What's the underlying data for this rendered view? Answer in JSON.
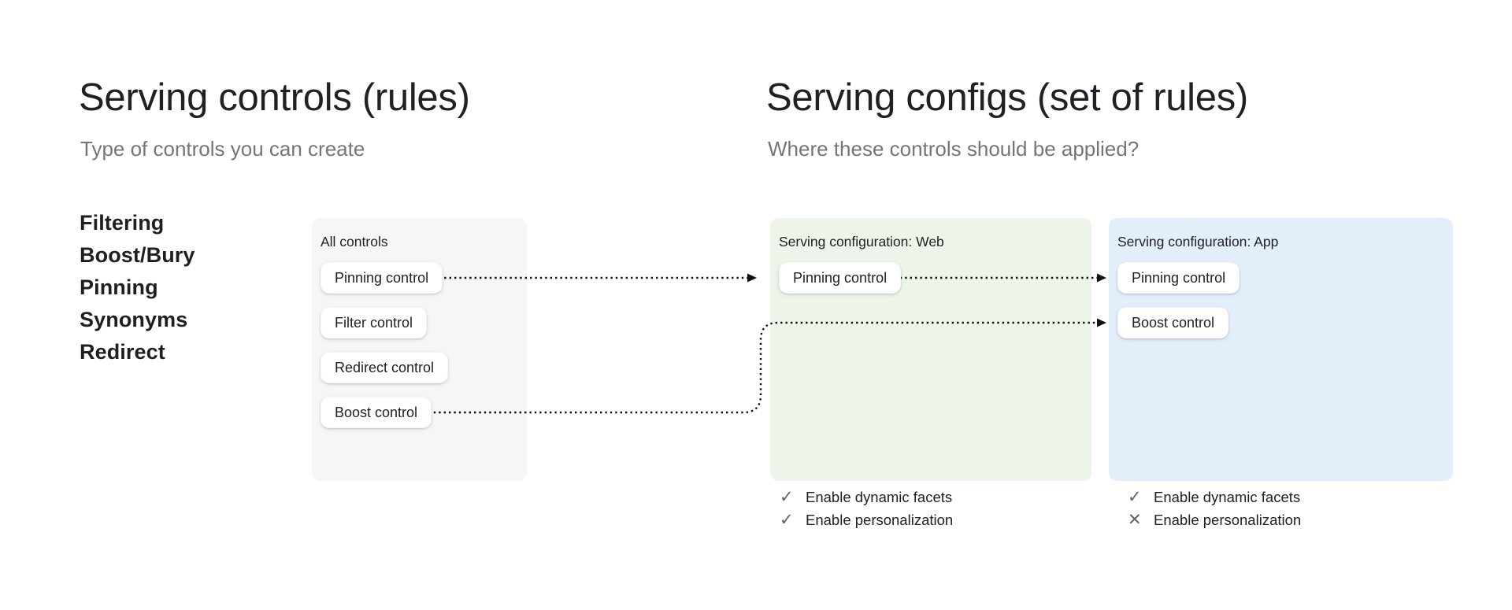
{
  "left_section": {
    "title": "Serving controls (rules)",
    "subtitle": "Type of controls you can create",
    "control_types": [
      "Filtering",
      "Boost/Bury",
      "Pinning",
      "Synonyms",
      "Redirect"
    ]
  },
  "right_section": {
    "title": "Serving configs (set of rules)",
    "subtitle": "Where these controls should be applied?"
  },
  "all_controls_panel": {
    "label": "All controls",
    "controls": [
      "Pinning control",
      "Filter control",
      "Redirect control",
      "Boost control"
    ]
  },
  "web_panel": {
    "label": "Serving configuration: Web",
    "controls": [
      "Pinning control"
    ],
    "settings": [
      {
        "icon": "✓",
        "state": "enabled",
        "label": "Enable dynamic facets"
      },
      {
        "icon": "✓",
        "state": "enabled",
        "label": "Enable personalization"
      }
    ]
  },
  "app_panel": {
    "label": "Serving configuration: App",
    "controls": [
      "Pinning control",
      "Boost control"
    ],
    "settings": [
      {
        "icon": "✓",
        "state": "enabled",
        "label": "Enable dynamic facets"
      },
      {
        "icon": "✕",
        "state": "disabled",
        "label": "Enable personalization"
      }
    ]
  },
  "colors": {
    "background": "#ffffff",
    "text_primary": "#202124",
    "text_secondary": "#757575",
    "panel_gray": "#f6f6f6",
    "panel_green": "#edf4e9",
    "panel_blue": "#e3eefb",
    "chip_background": "#ffffff",
    "connector": "#111111",
    "setting_icon": "#5f6368"
  }
}
